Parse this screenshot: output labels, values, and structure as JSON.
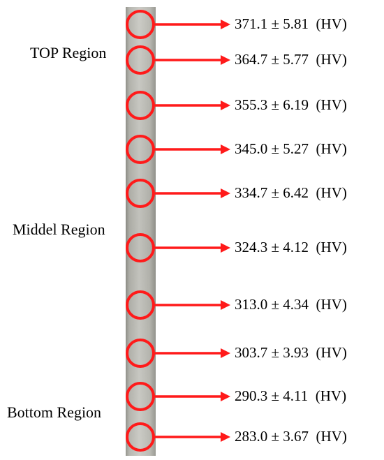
{
  "regions": {
    "top": "TOP Region",
    "middle": "Middel Region",
    "bottom": "Bottom Region"
  },
  "measurements": [
    {
      "text": "371.1 ± 5.81  (HV)",
      "mean": 371.1,
      "sd": 5.81
    },
    {
      "text": "364.7 ± 5.77  (HV)",
      "mean": 364.7,
      "sd": 5.77
    },
    {
      "text": "355.3 ± 6.19  (HV)",
      "mean": 355.3,
      "sd": 6.19
    },
    {
      "text": "345.0 ± 5.27  (HV)",
      "mean": 345.0,
      "sd": 5.27
    },
    {
      "text": "334.7 ± 6.42  (HV)",
      "mean": 334.7,
      "sd": 6.42
    },
    {
      "text": "324.3 ± 4.12  (HV)",
      "mean": 324.3,
      "sd": 4.12
    },
    {
      "text": "313.0 ± 4.34  (HV)",
      "mean": 313.0,
      "sd": 4.34
    },
    {
      "text": "303.7 ± 3.93  (HV)",
      "mean": 303.7,
      "sd": 3.93
    },
    {
      "text": "290.3 ± 4.11  (HV)",
      "mean": 290.3,
      "sd": 4.11
    },
    {
      "text": "283.0 ± 3.67  (HV)",
      "mean": 283.0,
      "sd": 3.67
    }
  ],
  "colors": {
    "marker": "#ff1a1a",
    "specimen_light": "#c8c8c2",
    "specimen_mid": "#adada6",
    "specimen_dark": "#8f8f88"
  }
}
